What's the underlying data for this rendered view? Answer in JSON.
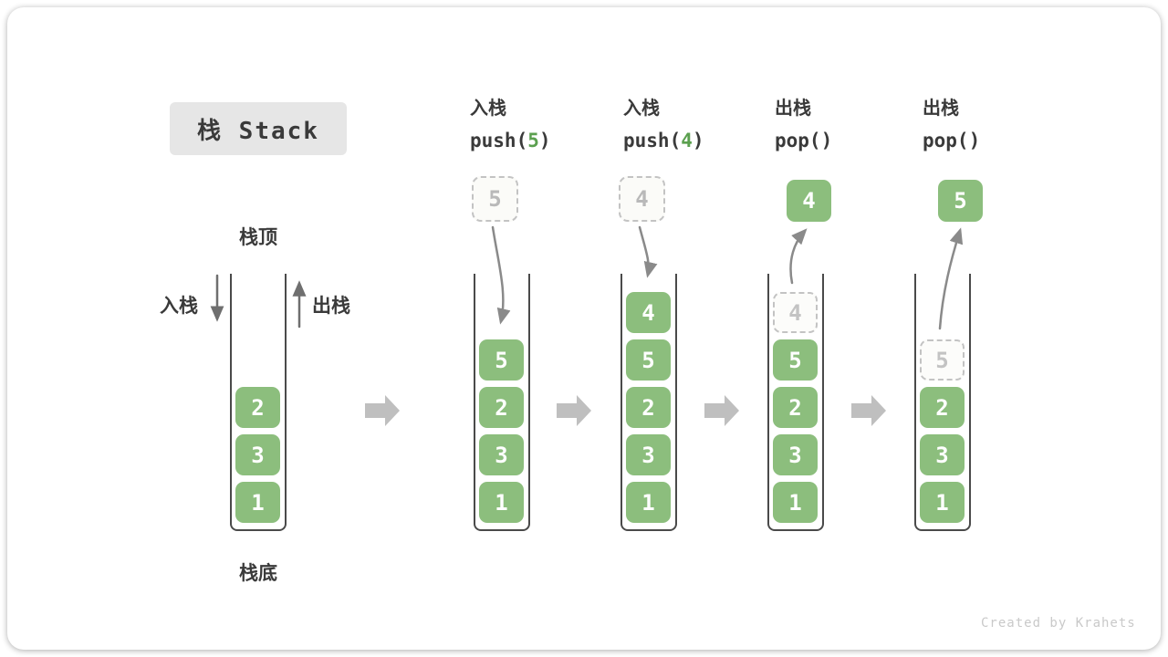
{
  "title": {
    "label": "栈 Stack"
  },
  "labels": {
    "stack_top": "栈顶",
    "stack_bottom": "栈底",
    "push_side": "入栈",
    "pop_side": "出栈"
  },
  "operations": [
    {
      "cn": "入栈",
      "code_pre": "push(",
      "code_arg": "5",
      "code_post": ")"
    },
    {
      "cn": "入栈",
      "code_pre": "push(",
      "code_arg": "4",
      "code_post": ")"
    },
    {
      "cn": "出栈",
      "code_pre": "pop(",
      "code_arg": "",
      "code_post": ")"
    },
    {
      "cn": "出栈",
      "code_pre": "pop(",
      "code_arg": "",
      "code_post": ")"
    }
  ],
  "stacks": [
    {
      "cells": [
        "2",
        "3",
        "1"
      ]
    },
    {
      "cells": [
        "5",
        "2",
        "3",
        "1"
      ]
    },
    {
      "cells": [
        "4",
        "5",
        "2",
        "3",
        "1"
      ]
    },
    {
      "ghost": "4",
      "cells": [
        "5",
        "2",
        "3",
        "1"
      ]
    },
    {
      "ghost": "5",
      "cells": [
        "2",
        "3",
        "1"
      ]
    }
  ],
  "floating": {
    "pushed_5": "5",
    "pushed_4": "4",
    "popped_4": "4",
    "popped_5": "5"
  },
  "watermark": "Created by Krahets",
  "colors": {
    "cell_green": "#8cbe7d",
    "code_arg_green": "#5ba04f",
    "block_arrow_gray": "#bfbfbf",
    "curve_arrow_gray": "#8a8a8a",
    "ghost_gray": "#c3c3c3",
    "title_bg": "#e6e6e6",
    "text_dark": "#3a3a3a"
  }
}
